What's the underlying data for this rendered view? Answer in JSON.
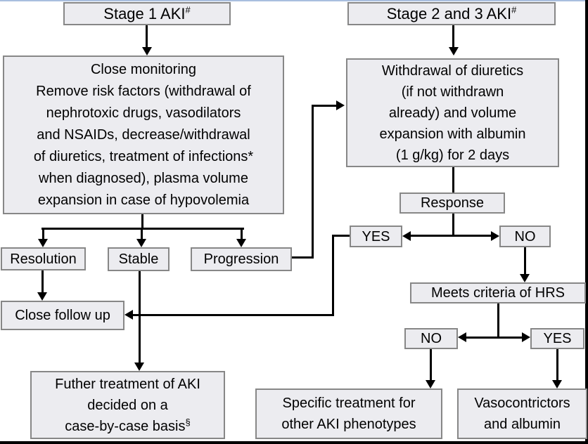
{
  "diagram": {
    "description": "AKI management flowchart",
    "colors": {
      "background": "#ffffff",
      "box_fill": "#ececf0",
      "box_border": "#878787",
      "line": "#000000",
      "top_edge": "#a9bedf",
      "frame_edge": "#000000"
    },
    "nodes": {
      "stage1": {
        "label": "Stage 1 AKI",
        "sup": "#"
      },
      "stage23": {
        "label": "Stage 2 and 3 AKI",
        "sup": "#"
      },
      "close_monitoring": {
        "lines": [
          "Close monitoring",
          "Remove risk factors (withdrawal of",
          "nephrotoxic drugs, vasodilators",
          "and NSAIDs, decrease/withdrawal",
          "of diuretics, treatment of infections*",
          "when diagnosed), plasma volume",
          "expansion in case of hypovolemia"
        ]
      },
      "withdrawal": {
        "lines": [
          "Withdrawal of diuretics",
          "(if not withdrawn",
          "already) and volume",
          "expansion with albumin",
          "(1 g/kg) for 2 days"
        ]
      },
      "response": {
        "label": "Response"
      },
      "yes_response": {
        "label": "YES"
      },
      "no_response": {
        "label": "NO"
      },
      "meets_hrs": {
        "label": "Meets criteria of HRS"
      },
      "no_hrs": {
        "label": "NO"
      },
      "yes_hrs": {
        "label": "YES"
      },
      "resolution": {
        "label": "Resolution"
      },
      "stable": {
        "label": "Stable"
      },
      "progression": {
        "label": "Progression"
      },
      "close_followup": {
        "label": "Close follow up"
      },
      "further_treatment": {
        "lines": [
          "Futher treatment of AKI",
          "decided on a",
          "case-by-case basis"
        ],
        "sup": "§"
      },
      "specific_treatment": {
        "lines": [
          "Specific treatment for",
          "other AKI phenotypes"
        ]
      },
      "vasoconstrictors": {
        "lines": [
          "Vasocontrictors",
          "and albumin"
        ]
      }
    }
  }
}
